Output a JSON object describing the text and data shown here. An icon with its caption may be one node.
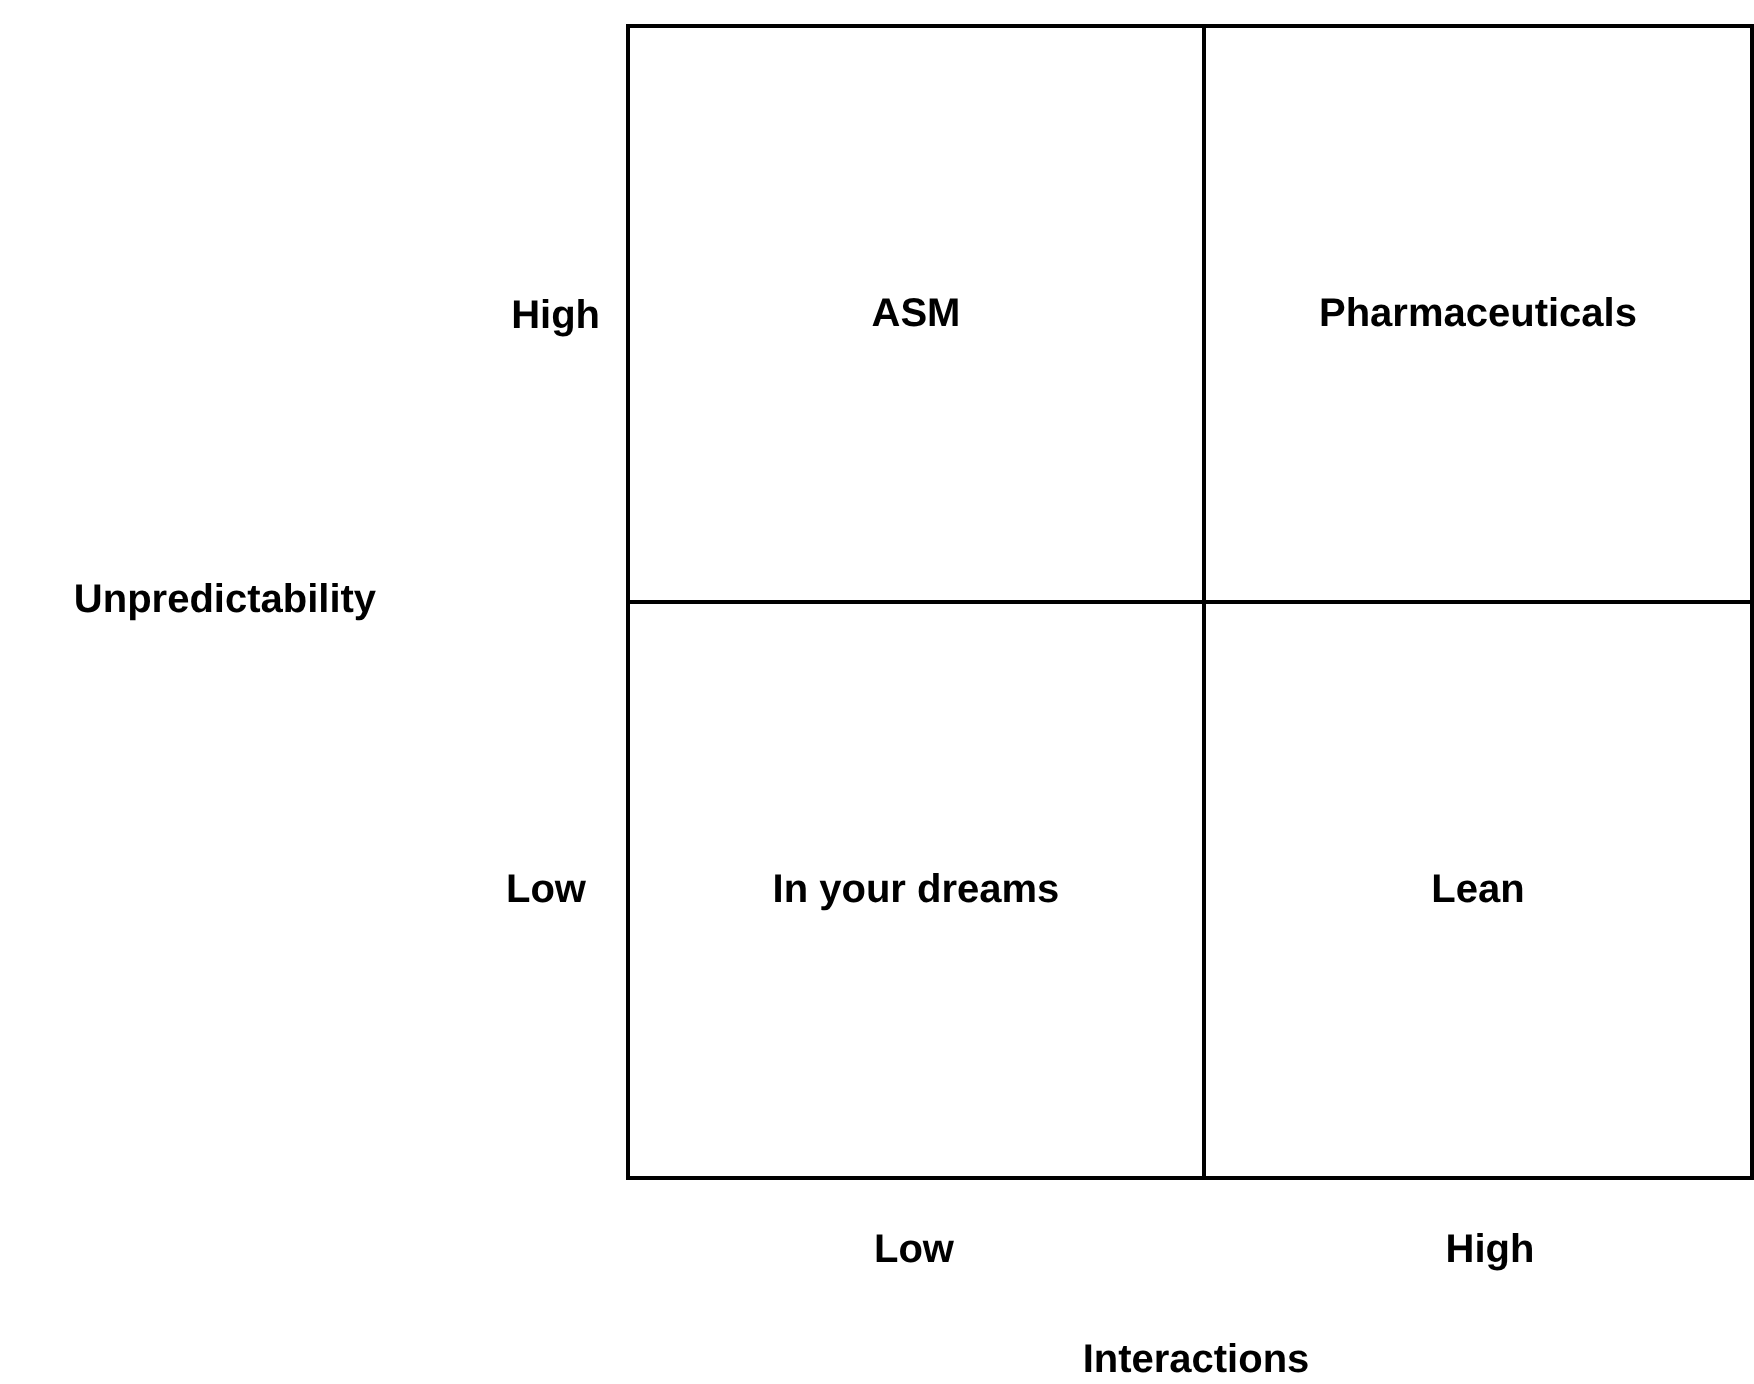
{
  "diagram": {
    "nodes": [
      {
        "text": [
          "ASM"
        ]
      },
      {
        "text": [
          "Pharmaceuticals"
        ]
      },
      {
        "text": [
          "In your dreams"
        ]
      },
      {
        "text": [
          "Lean"
        ]
      }
    ],
    "labels": [
      "High",
      "Unpredictability",
      "Low",
      "Low",
      "High",
      "Interactions"
    ]
  }
}
